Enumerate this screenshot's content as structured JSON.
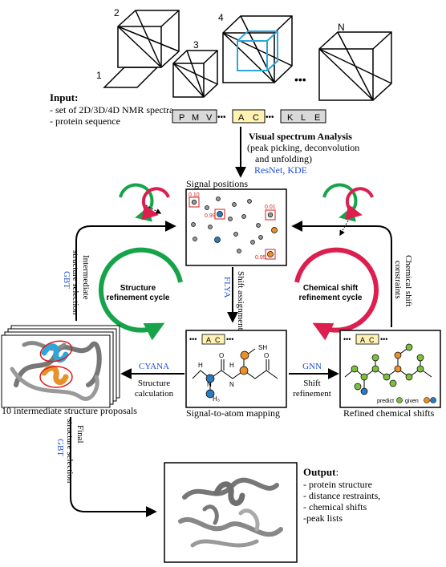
{
  "spectra": {
    "labels": [
      "1",
      "2",
      "3",
      "4",
      "N"
    ],
    "ellipsis": "•••"
  },
  "input": {
    "title": "Input:",
    "items": [
      "- set of 2D/3D/4D NMR spectra",
      "- protein sequence"
    ]
  },
  "sequence": {
    "left": [
      "P",
      "M",
      "V"
    ],
    "middle": [
      "A",
      "C"
    ],
    "right": [
      "K",
      "L",
      "E"
    ],
    "dots": "•••"
  },
  "visual_analysis": {
    "title": "Visual spectrum Analysis",
    "line1": "(peak picking, deconvolution",
    "line2": "and unfolding)",
    "methods": "ResNet, KDE"
  },
  "signal_positions": {
    "title": "Signal positions",
    "values": [
      "0.10",
      "0.99",
      "0.01",
      "0.95"
    ]
  },
  "cycles": {
    "structure_line1": "Structure",
    "structure_line2": "refinement cycle",
    "chemical_line1": "Chemical shift",
    "chemical_line2": "refinement cycle"
  },
  "edges": {
    "intermediate_selection_line1": "Intermediate",
    "intermediate_selection_line2": "structure selection",
    "gbt_1": "GBT",
    "shift_assignment": "Shift assignment",
    "flya": "FLYA",
    "chemical_shift_constraints_line1": "Chemical shift",
    "chemical_shift_constraints_line2": "constraints",
    "cyana": "CYANA",
    "structure_calc_line1": "Structure",
    "structure_calc_line2": "calculation",
    "gnn": "GNN",
    "shift_refinement_line1": "Shift",
    "shift_refinement_line2": "refinement",
    "final_line1": "Final",
    "final_line2": "structure selection",
    "gbt_2": "GBT"
  },
  "captions": {
    "proposals": "10 intermediate structure proposals",
    "mapping": "Signal-to-atom mapping",
    "refined": "Refined chemical shifts"
  },
  "molecule": {
    "seq": [
      "A",
      "C"
    ],
    "dots": "•••",
    "atoms": [
      "H",
      "N",
      "O",
      "SH",
      "H",
      "N",
      "O"
    ],
    "methyl": "H₃"
  },
  "refined_molecule": {
    "seq": [
      "A",
      "C"
    ],
    "dots": "•••",
    "legend_predict": "predict",
    "legend_given": "given"
  },
  "output": {
    "title": "Output",
    "colon": ":",
    "items": [
      "- protein structure",
      "- distance restraints,",
      "- chemical shifts",
      "-peak lists"
    ]
  },
  "colors": {
    "green": "#16a34a",
    "red": "#dc1f4e",
    "blue": "#1f4fd1",
    "node_blue": "#2a7bbf",
    "node_orange": "#e8902a",
    "node_green": "#7fbf3f",
    "seq_box": "#d9d9d9",
    "seq_highlight": "#fff2b3"
  }
}
